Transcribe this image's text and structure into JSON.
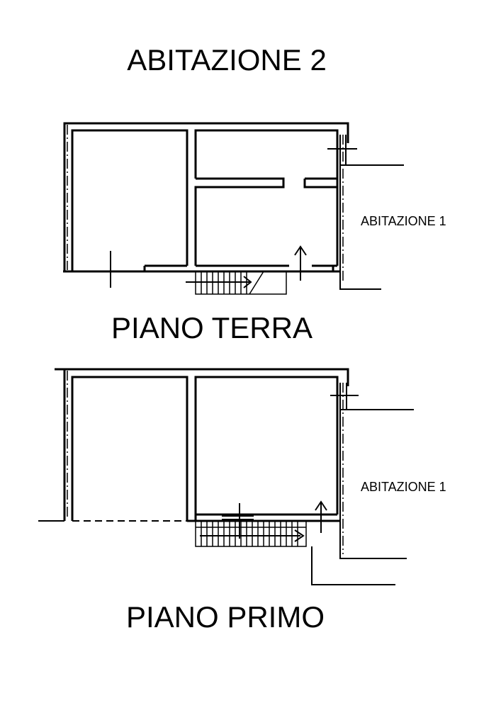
{
  "title": "ABITAZIONE 2",
  "floors": [
    {
      "name": "PIANO TERRA",
      "neighbor_label": "ABITAZIONE 1"
    },
    {
      "name": "PIANO PRIMO",
      "neighbor_label": "ABITAZIONE 1"
    }
  ]
}
